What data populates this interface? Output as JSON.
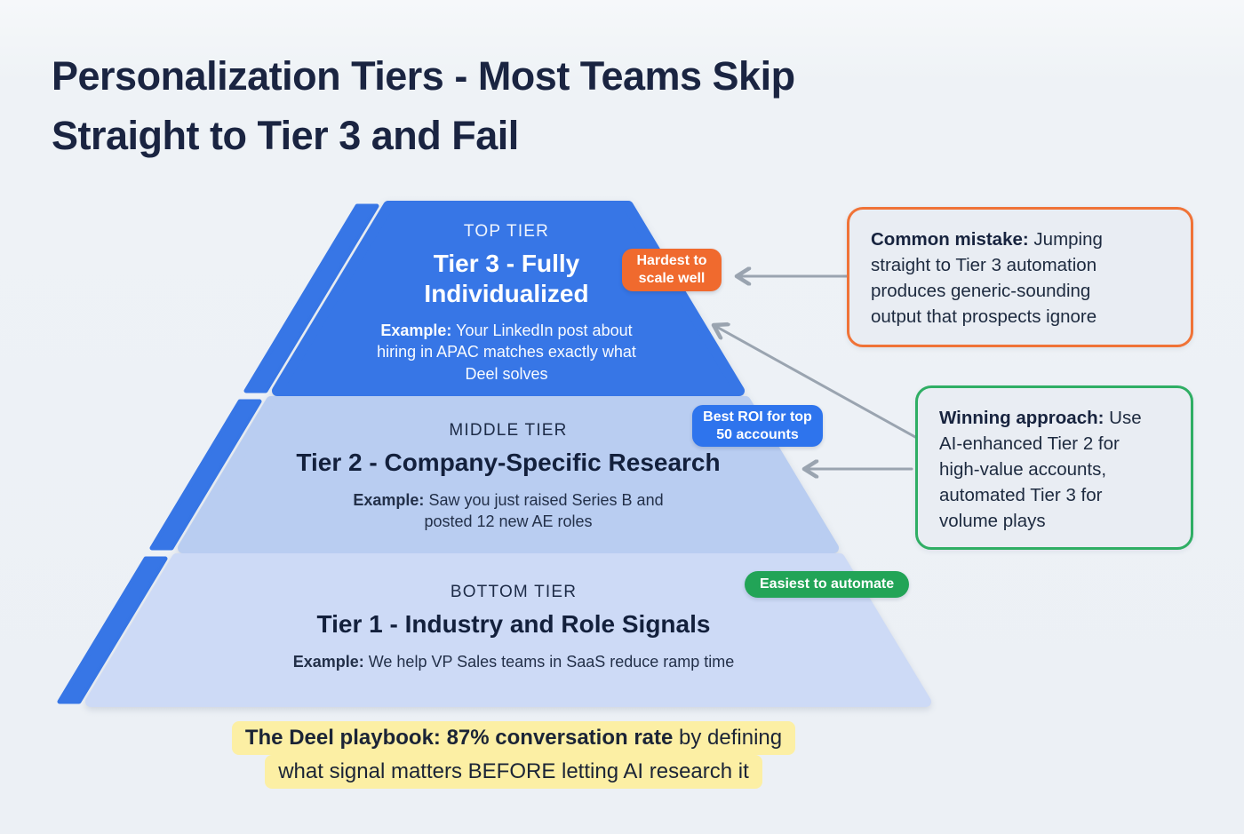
{
  "title": {
    "line1": "Personalization Tiers - Most Teams Skip",
    "line2": "Straight to Tier 3 and Fail"
  },
  "pyramid": {
    "tiers": [
      {
        "level": "TOP TIER",
        "heading_lines": [
          "Tier 3 - Fully",
          "Individualized"
        ],
        "example_label": "Example:",
        "example_lines": [
          "Your LinkedIn post about",
          "hiring in APAC matches exactly what",
          "Deel solves"
        ],
        "badge_lines": [
          "Hardest to",
          "scale well"
        ],
        "badge_color": "#f06a2e",
        "fill_color": "#3776e6"
      },
      {
        "level": "MIDDLE TIER",
        "heading_lines": [
          "Tier 2 - Company-Specific Research"
        ],
        "example_label": "Example:",
        "example_lines": [
          "Saw you just raised Series B and",
          "posted 12 new AE roles"
        ],
        "badge_lines": [
          "Best ROI for top",
          "50 accounts"
        ],
        "badge_color": "#2e74ed",
        "fill_color": "#b9cdf1"
      },
      {
        "level": "BOTTOM TIER",
        "heading_lines": [
          "Tier 1 - Industry and Role Signals"
        ],
        "example_label": "Example:",
        "example_lines": [
          "We help VP Sales teams in SaaS reduce ramp time"
        ],
        "badge_lines": [
          "Easiest to automate"
        ],
        "badge_color": "#22a457",
        "fill_color": "#cddaf6"
      }
    ]
  },
  "callouts": [
    {
      "lead": "Common mistake:",
      "lines": [
        "Jumping",
        "straight to Tier 3 automation",
        "produces generic-sounding",
        "output that prospects ignore"
      ],
      "border_color": "#f07337"
    },
    {
      "lead": "Winning approach:",
      "lines": [
        "Use",
        "AI-enhanced Tier 2 for",
        "high-value accounts,",
        "automated Tier 3 for",
        "volume plays"
      ],
      "border_color": "#2fae64"
    }
  ],
  "footer": {
    "line1_bold": "The Deel playbook: 87% conversation rate",
    "line1_rest": " by defining",
    "line2": "what signal matters BEFORE letting AI research it",
    "highlight_color": "#fcefa4"
  },
  "colors": {
    "background": "#eef2f6",
    "title_text": "#1a2441",
    "dark_text": "#13203c",
    "stripe": "#3776e6",
    "arrow": "#9aa4b0"
  }
}
